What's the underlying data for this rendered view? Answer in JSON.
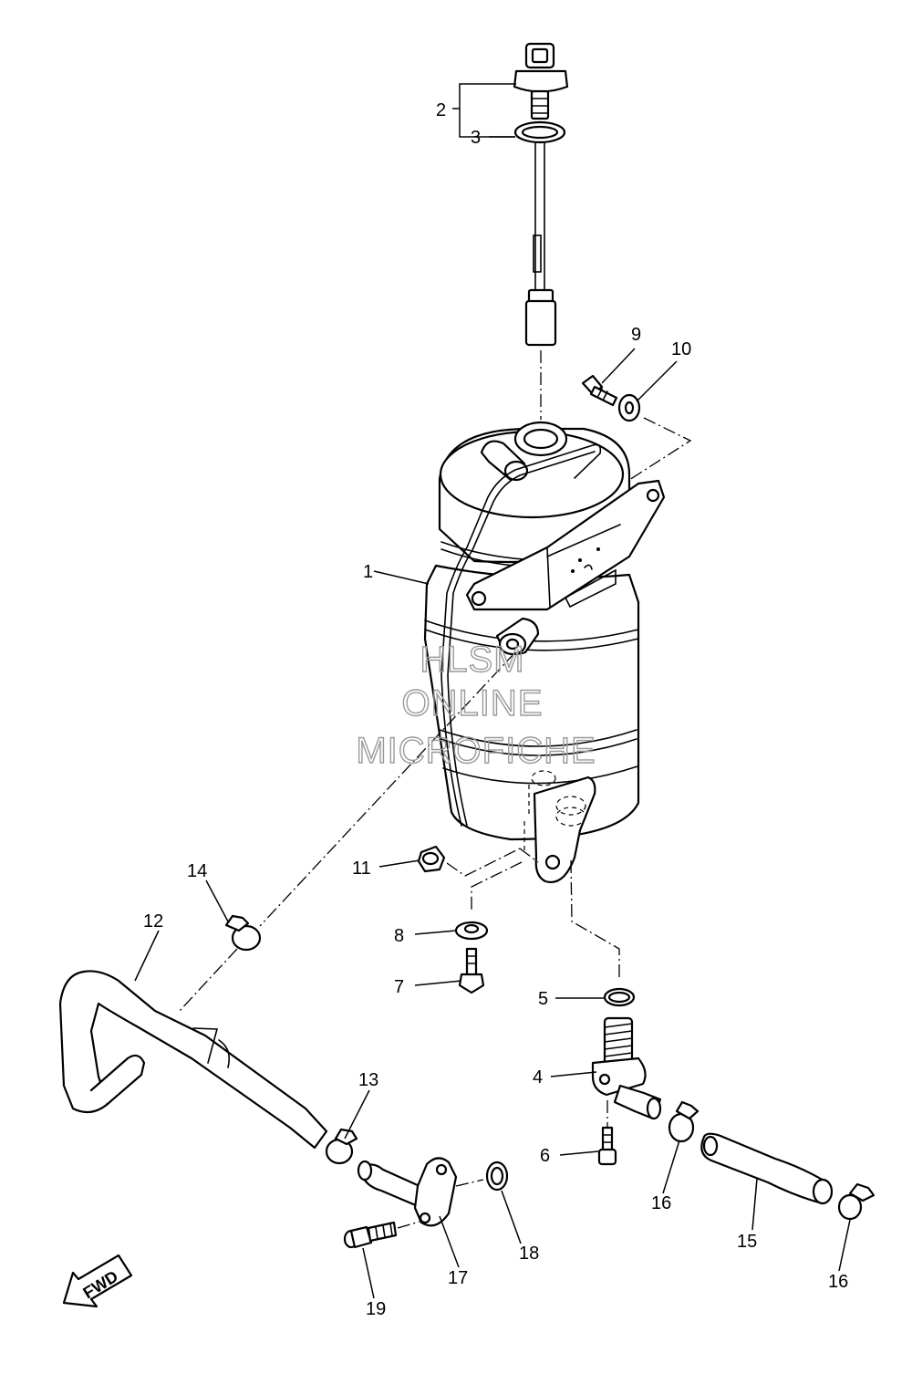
{
  "callouts": {
    "c1": "1",
    "c2": "2",
    "c3": "3",
    "c4": "4",
    "c5": "5",
    "c6": "6",
    "c7": "7",
    "c8": "8",
    "c9": "9",
    "c10": "10",
    "c11": "11",
    "c12": "12",
    "c13": "13",
    "c14": "14",
    "c15": "15",
    "c16a": "16",
    "c16b": "16",
    "c17": "17",
    "c18": "18",
    "c19": "19"
  },
  "watermark": {
    "line1": "HLSM",
    "line2": "ONLINE",
    "line3": "MICROFICHE"
  },
  "fwd_label": "FWD"
}
